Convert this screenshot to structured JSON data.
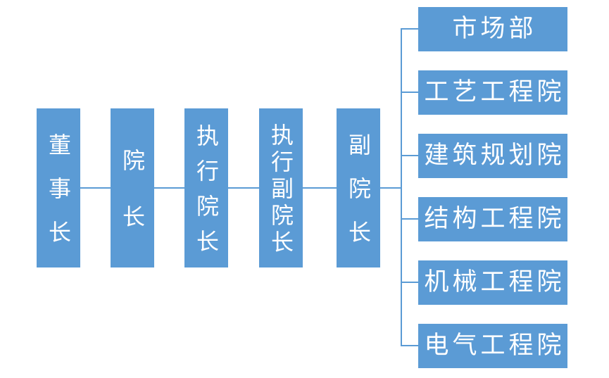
{
  "diagram": {
    "type": "organization-chart",
    "colors": {
      "box_fill": "#5B9BD5",
      "box_text": "#FFFFFF",
      "connector": "#5B9BD5",
      "background": "#FFFFFF"
    },
    "chain": [
      "董事长",
      "院长",
      "执行院长",
      "执行副院长",
      "副院长"
    ],
    "departments": [
      "市场部",
      "工艺工程院",
      "建筑规划院",
      "结构工程院",
      "机械工程院",
      "电气工程院"
    ]
  }
}
